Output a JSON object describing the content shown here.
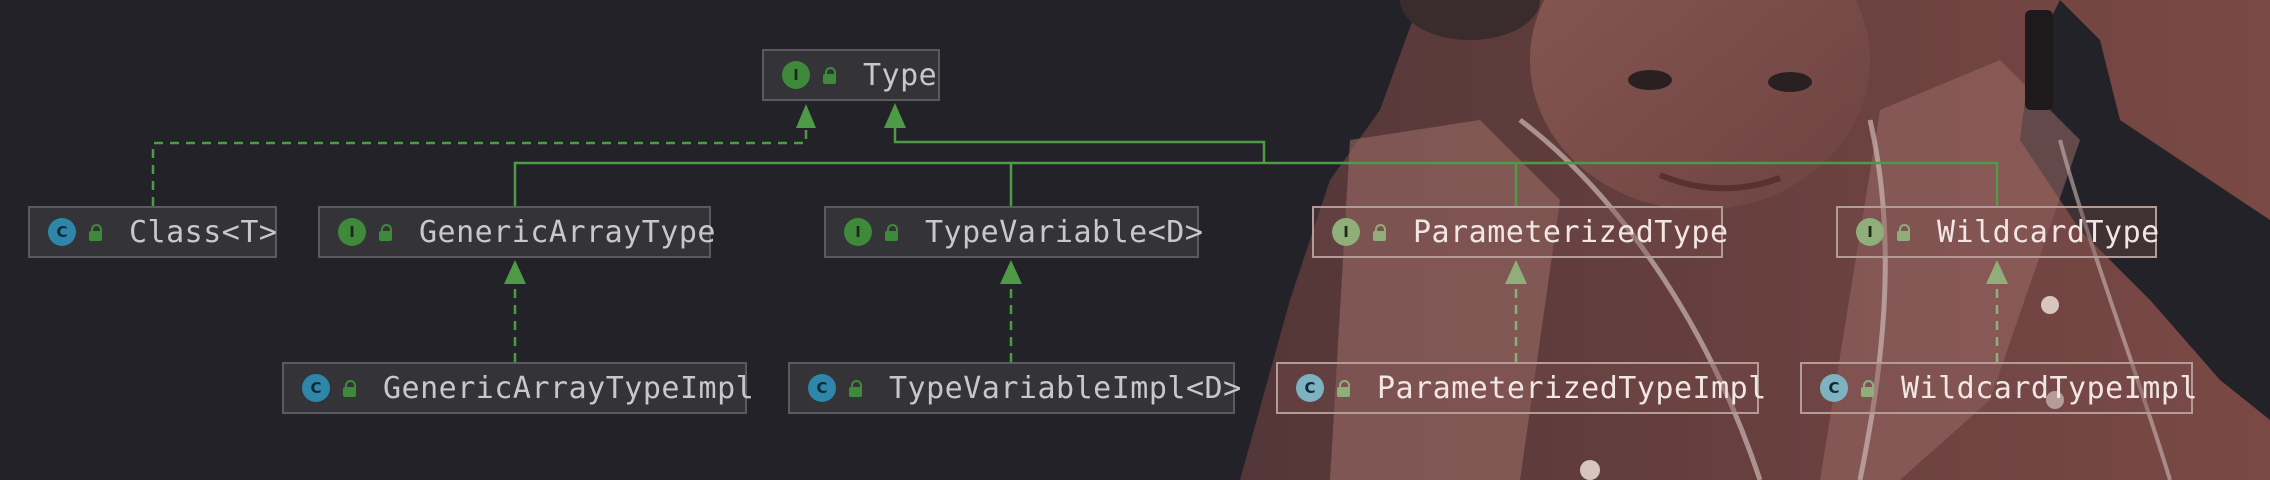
{
  "diagram": {
    "nodes": [
      {
        "id": "type",
        "label": "Type",
        "kind": "interface"
      },
      {
        "id": "class",
        "label": "Class<T>",
        "kind": "class"
      },
      {
        "id": "generic_array_type",
        "label": "GenericArrayType",
        "kind": "interface"
      },
      {
        "id": "type_variable",
        "label": "TypeVariable<D>",
        "kind": "interface"
      },
      {
        "id": "parameterized_type",
        "label": "ParameterizedType",
        "kind": "interface"
      },
      {
        "id": "wildcard_type",
        "label": "WildcardType",
        "kind": "interface"
      },
      {
        "id": "generic_array_type_impl",
        "label": "GenericArrayTypeImpl",
        "kind": "class"
      },
      {
        "id": "type_variable_impl",
        "label": "TypeVariableImpl<D>",
        "kind": "class"
      },
      {
        "id": "parameterized_type_impl",
        "label": "ParameterizedTypeImpl",
        "kind": "class"
      },
      {
        "id": "wildcard_type_impl",
        "label": "WildcardTypeImpl",
        "kind": "class"
      }
    ],
    "edges": [
      {
        "from": "class",
        "to": "type",
        "relation": "implements",
        "style": "dashed"
      },
      {
        "from": "generic_array_type",
        "to": "type",
        "relation": "extends",
        "style": "solid"
      },
      {
        "from": "type_variable",
        "to": "type",
        "relation": "extends",
        "style": "solid"
      },
      {
        "from": "parameterized_type",
        "to": "type",
        "relation": "extends",
        "style": "solid"
      },
      {
        "from": "wildcard_type",
        "to": "type",
        "relation": "extends",
        "style": "solid"
      },
      {
        "from": "generic_array_type_impl",
        "to": "generic_array_type",
        "relation": "implements",
        "style": "dashed"
      },
      {
        "from": "type_variable_impl",
        "to": "type_variable",
        "relation": "implements",
        "style": "dashed"
      },
      {
        "from": "parameterized_type_impl",
        "to": "parameterized_type",
        "relation": "implements",
        "style": "dashed"
      },
      {
        "from": "wildcard_type_impl",
        "to": "wildcard_type",
        "relation": "implements",
        "style": "dashed"
      }
    ],
    "badges": {
      "interface": "I",
      "class": "C"
    },
    "colors": {
      "background": "#232228",
      "edge": "#4e9a46",
      "interface_badge": "#3f8a3a",
      "class_badge": "#2e86a8",
      "node_fill": "#3a3a3e",
      "node_border": "#5b5b5f",
      "text": "#c8c8c8"
    }
  }
}
